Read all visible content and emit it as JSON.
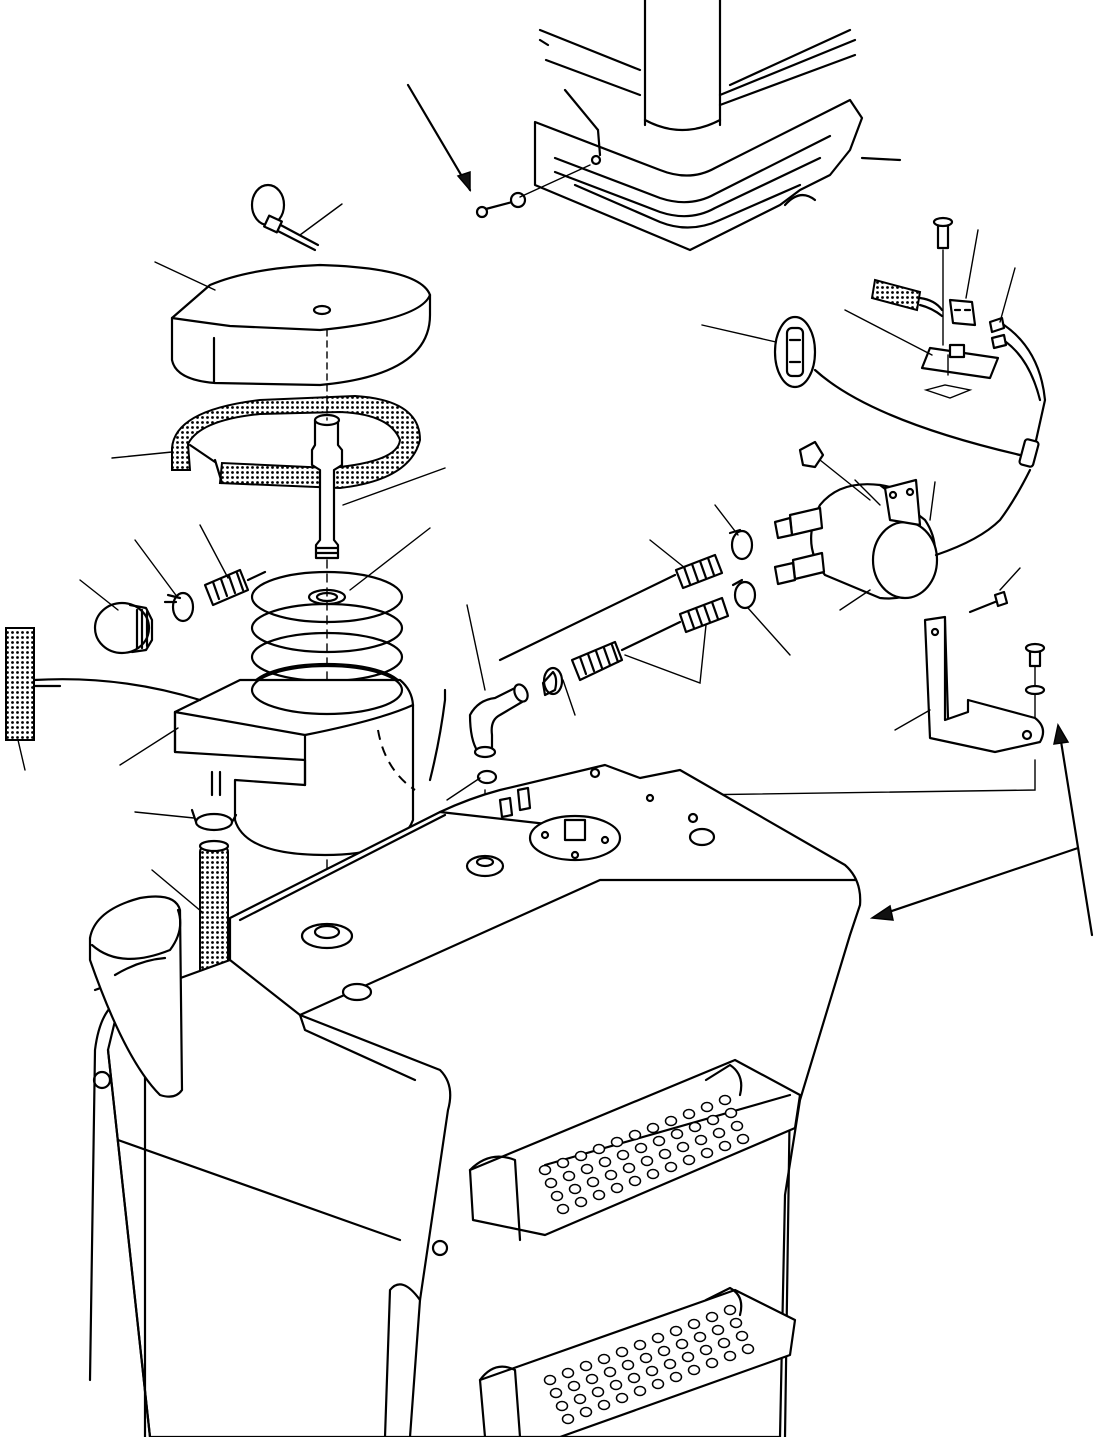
{
  "diagram": {
    "colors": {
      "line": "#000000",
      "background": "#ffffff"
    },
    "parts": [
      "pin-clip",
      "cover",
      "gasket-band",
      "shaft",
      "strainer-stack",
      "cap-knob",
      "clamp-left",
      "spring-left",
      "reservoir-cup",
      "fuse-strip",
      "hose-clamp-lower",
      "vertical-hose",
      "fuel-filler-neck",
      "tank-body",
      "elbow-fitting",
      "hose-pair",
      "hose-clamps-right",
      "solenoid-pump",
      "mount-bracket",
      "connector-assembly",
      "fuse-holder",
      "seat-bracket",
      "steps"
    ]
  }
}
